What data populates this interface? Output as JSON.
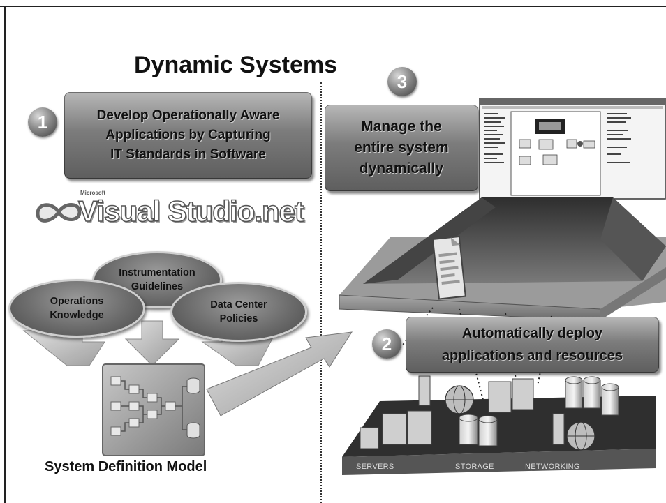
{
  "title": "Dynamic Systems",
  "steps": [
    {
      "number": "1",
      "text": "Develop Operationally Aware\nApplications by Capturing\nIT Standards in Software"
    },
    {
      "number": "2",
      "text": "Automatically deploy\napplications and resources"
    },
    {
      "number": "3",
      "text": "Manage the\nentire system\ndynamically"
    }
  ],
  "logo": {
    "small": "Microsoft",
    "text": "Visual Studio.net"
  },
  "ellipses": {
    "instrumentation": "Instrumentation\nGuidelines",
    "operations": "Operations\nKnowledge",
    "datacenter": "Data Center\nPolicies"
  },
  "model_label": "System Definition Model",
  "datacenter_labels": [
    "SERVERS",
    "STORAGE",
    "NETWORKING"
  ]
}
